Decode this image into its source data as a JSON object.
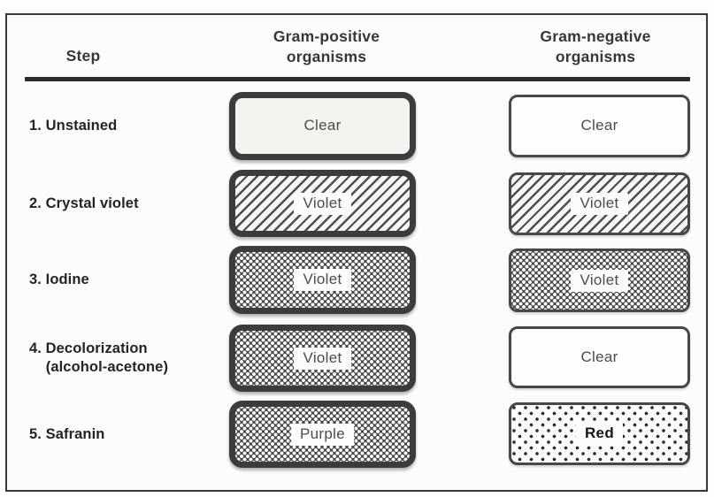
{
  "figure": {
    "header": {
      "step": "Step",
      "gram_positive": "Gram-positive\norganisms",
      "gram_negative": "Gram-negative\norganisms"
    },
    "rows": [
      {
        "step": "1. Unstained",
        "gram_positive": {
          "label": "Clear",
          "pattern": "clear-tinted"
        },
        "gram_negative": {
          "label": "Clear",
          "pattern": "clear"
        }
      },
      {
        "step": "2. Crystal violet",
        "gram_positive": {
          "label": "Violet",
          "pattern": "hatch"
        },
        "gram_negative": {
          "label": "Violet",
          "pattern": "hatch"
        }
      },
      {
        "step": "3. Iodine",
        "gram_positive": {
          "label": "Violet",
          "pattern": "crosshatch"
        },
        "gram_negative": {
          "label": "Violet",
          "pattern": "crosshatch"
        }
      },
      {
        "step": "4. Decolorization\n    (alcohol-acetone)",
        "gram_positive": {
          "label": "Violet",
          "pattern": "crosshatch"
        },
        "gram_negative": {
          "label": "Clear",
          "pattern": "clear"
        }
      },
      {
        "step": "5. Safranin",
        "gram_positive": {
          "label": "Purple",
          "pattern": "crosshatch"
        },
        "gram_negative": {
          "label": "Red",
          "pattern": "dots"
        }
      }
    ],
    "colors": {
      "ink": "#2b2b2b",
      "frame_border": "#383838",
      "thick_box_border": "#3c3c3c",
      "thin_box_border": "#474747",
      "hatch_line": "#4e4e4e",
      "dot": "#2d2d2d",
      "label_text": "#4c4c4c"
    }
  }
}
